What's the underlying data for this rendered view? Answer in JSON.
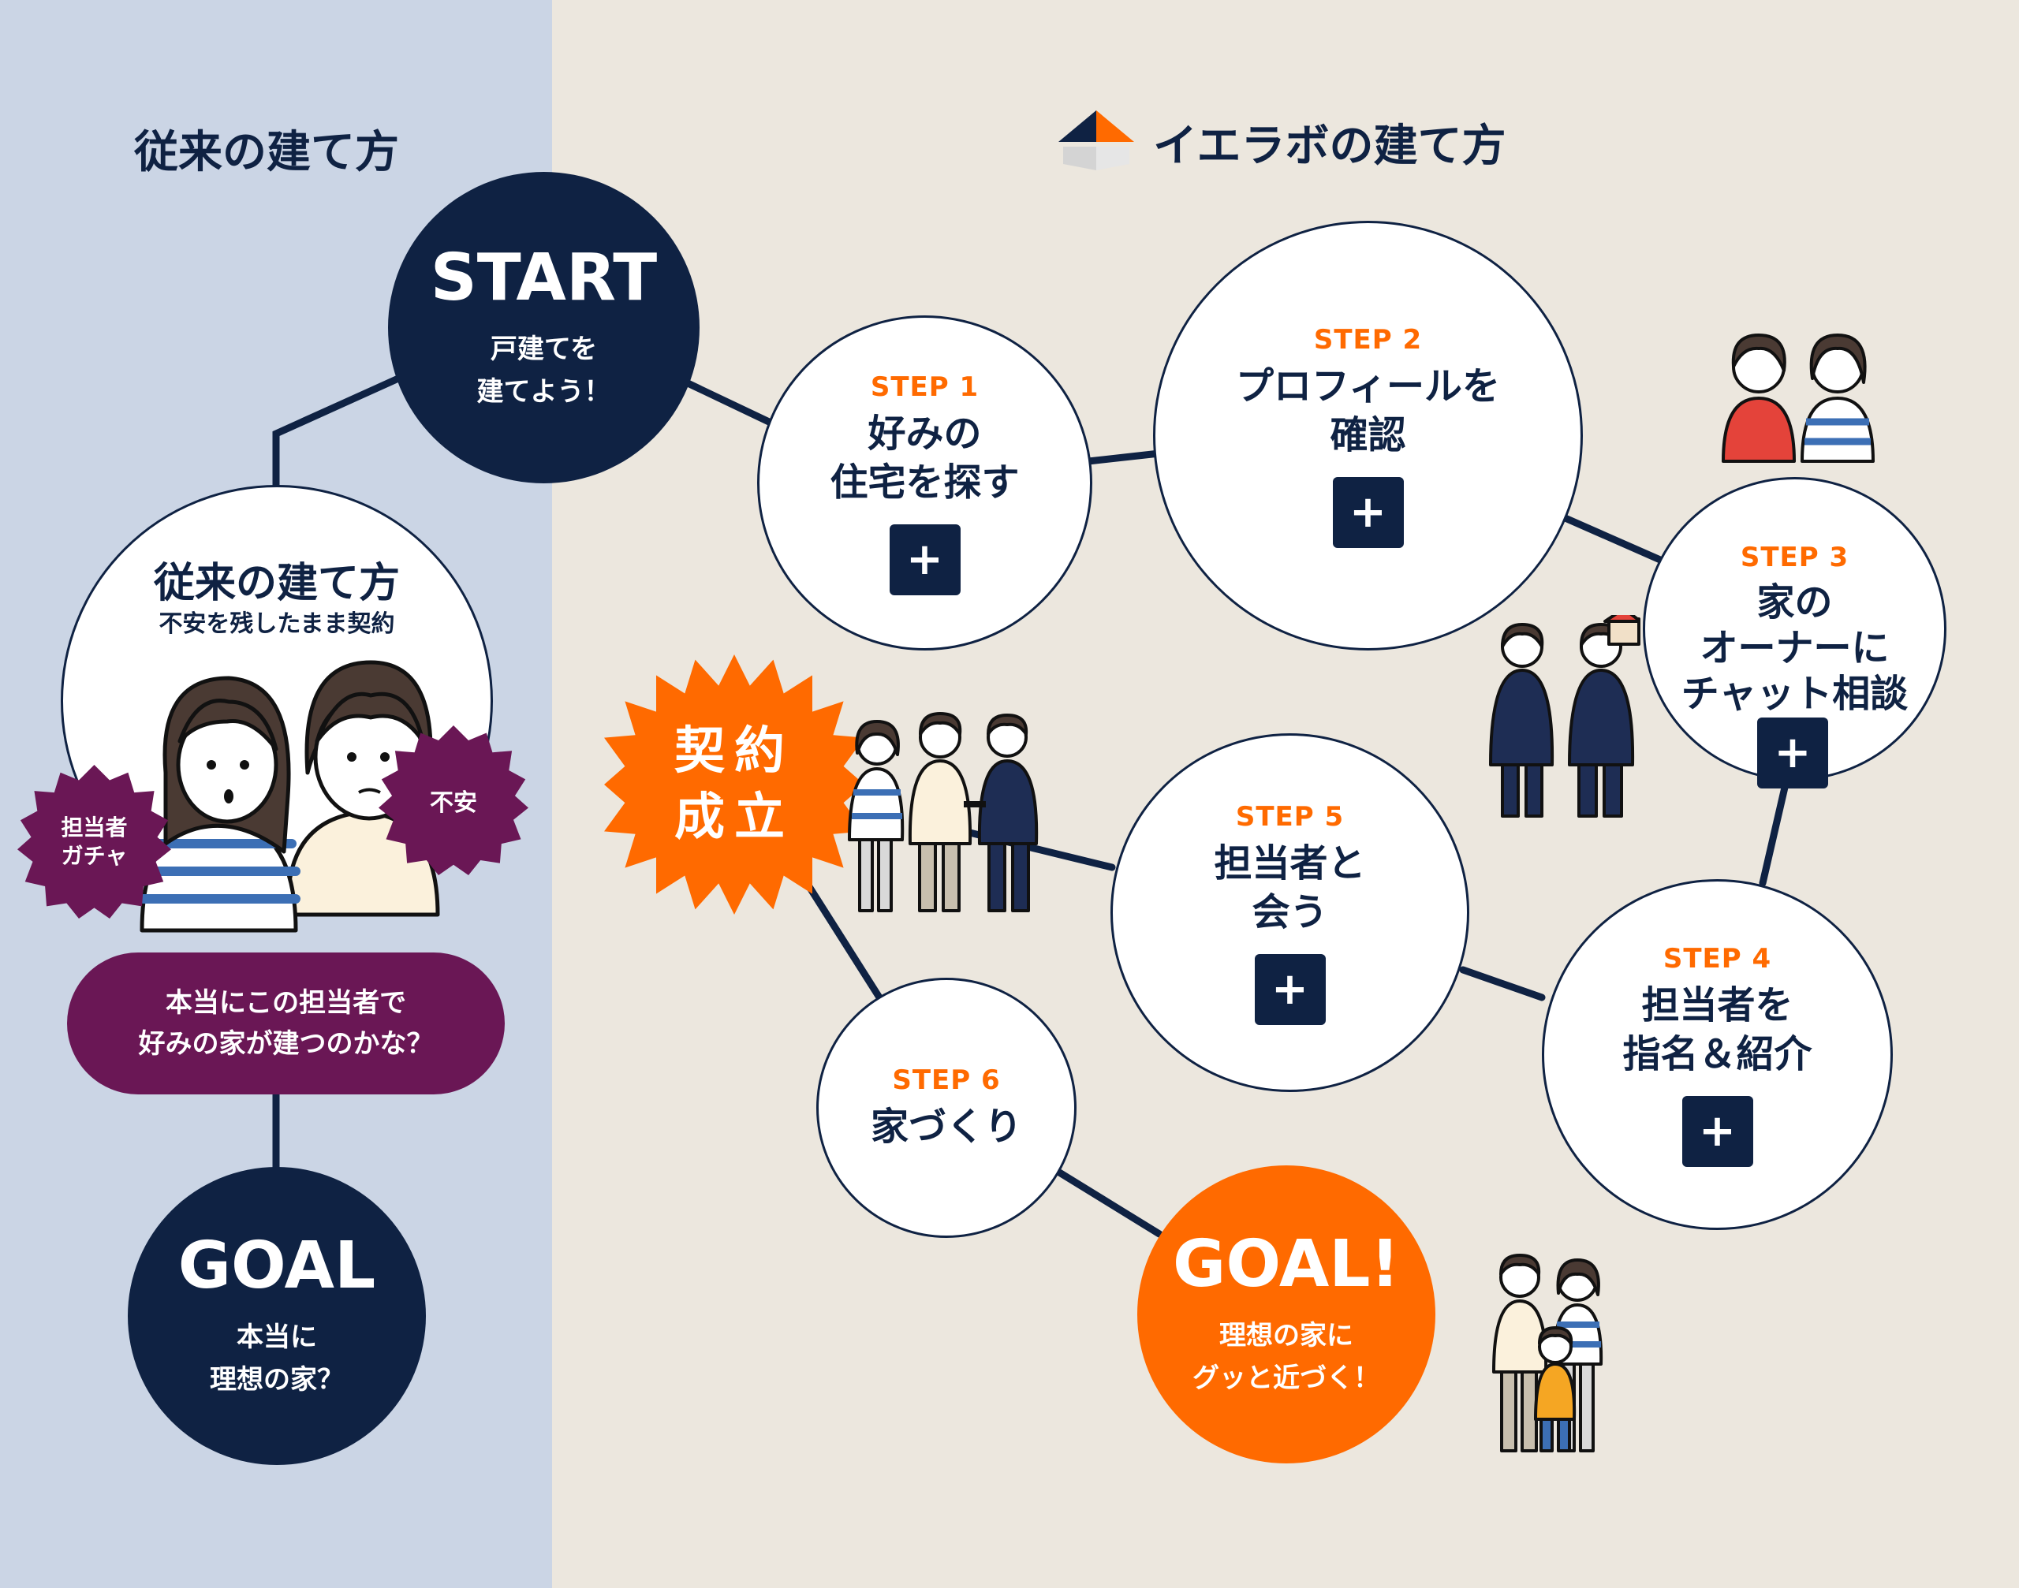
{
  "left": {
    "heading": "従来の建て方",
    "start": {
      "title": "START",
      "line1": "戸建てを",
      "line2": "建てよう！"
    },
    "traditional": {
      "title": "従来の建て方",
      "subtitle": "不安を残したまま契約"
    },
    "badges": {
      "left_line1": "担当者",
      "left_line2": "ガチャ",
      "right": "不安"
    },
    "worry": {
      "line1": "本当にこの担当者で",
      "line2": "好みの家が建つのかな？"
    },
    "goal": {
      "title": "GOAL",
      "line1": "本当に",
      "line2": "理想の家？"
    }
  },
  "right": {
    "brand_heading": "イエラボの建て方",
    "logo_icon": "house-logo-icon",
    "contract": {
      "line1": "契約",
      "line2": "成立"
    },
    "plus_label": "+",
    "steps": [
      {
        "label": "STEP 1",
        "line1": "好みの",
        "line2": "住宅を探す"
      },
      {
        "label": "STEP 2",
        "line1": "プロフィールを",
        "line2": "確認"
      },
      {
        "label": "STEP 3",
        "line1": "家の",
        "line2": "オーナーに",
        "line3": "チャット相談"
      },
      {
        "label": "STEP 4",
        "line1": "担当者を",
        "line2": "指名＆紹介"
      },
      {
        "label": "STEP 5",
        "line1": "担当者と",
        "line2": "会う"
      },
      {
        "label": "STEP 6",
        "line1": "家づくり"
      }
    ],
    "goal": {
      "title": "GOAL!",
      "line1": "理想の家に",
      "line2": "グッと近づく！"
    }
  },
  "colors": {
    "navy": "#0f2243",
    "orange": "#ff6a00",
    "plum": "#6a1755",
    "left_bg": "#cbd5e5",
    "right_bg": "#ece7de"
  }
}
